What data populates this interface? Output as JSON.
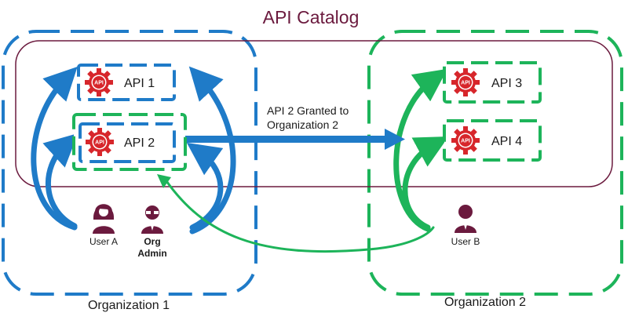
{
  "catalog": {
    "title": "API Catalog"
  },
  "organizations": [
    {
      "label": "Organization 1",
      "color": "#1f7bc8"
    },
    {
      "label": "Organization 2",
      "color": "#1db45a"
    }
  ],
  "apis": [
    {
      "label": "API 1",
      "icon": "api-gear-icon",
      "icon_text": "API"
    },
    {
      "label": "API 2",
      "icon": "api-gear-icon",
      "icon_text": "API"
    },
    {
      "label": "API 3",
      "icon": "api-gear-icon",
      "icon_text": "API"
    },
    {
      "label": "API 4",
      "icon": "api-gear-icon",
      "icon_text": "API"
    }
  ],
  "users": [
    {
      "label": "User A",
      "icon": "female-user-icon"
    },
    {
      "label_line1": "Org",
      "label_line2": "Admin",
      "icon": "admin-user-icon"
    },
    {
      "label": "User B",
      "icon": "male-user-icon"
    }
  ],
  "grant": {
    "line1": "API 2 Granted to",
    "line2": "Organization 2"
  },
  "colors": {
    "catalog": "#6b1a3e",
    "gear": "#d7262b",
    "blue": "#1f7bc8",
    "green": "#1db45a"
  }
}
